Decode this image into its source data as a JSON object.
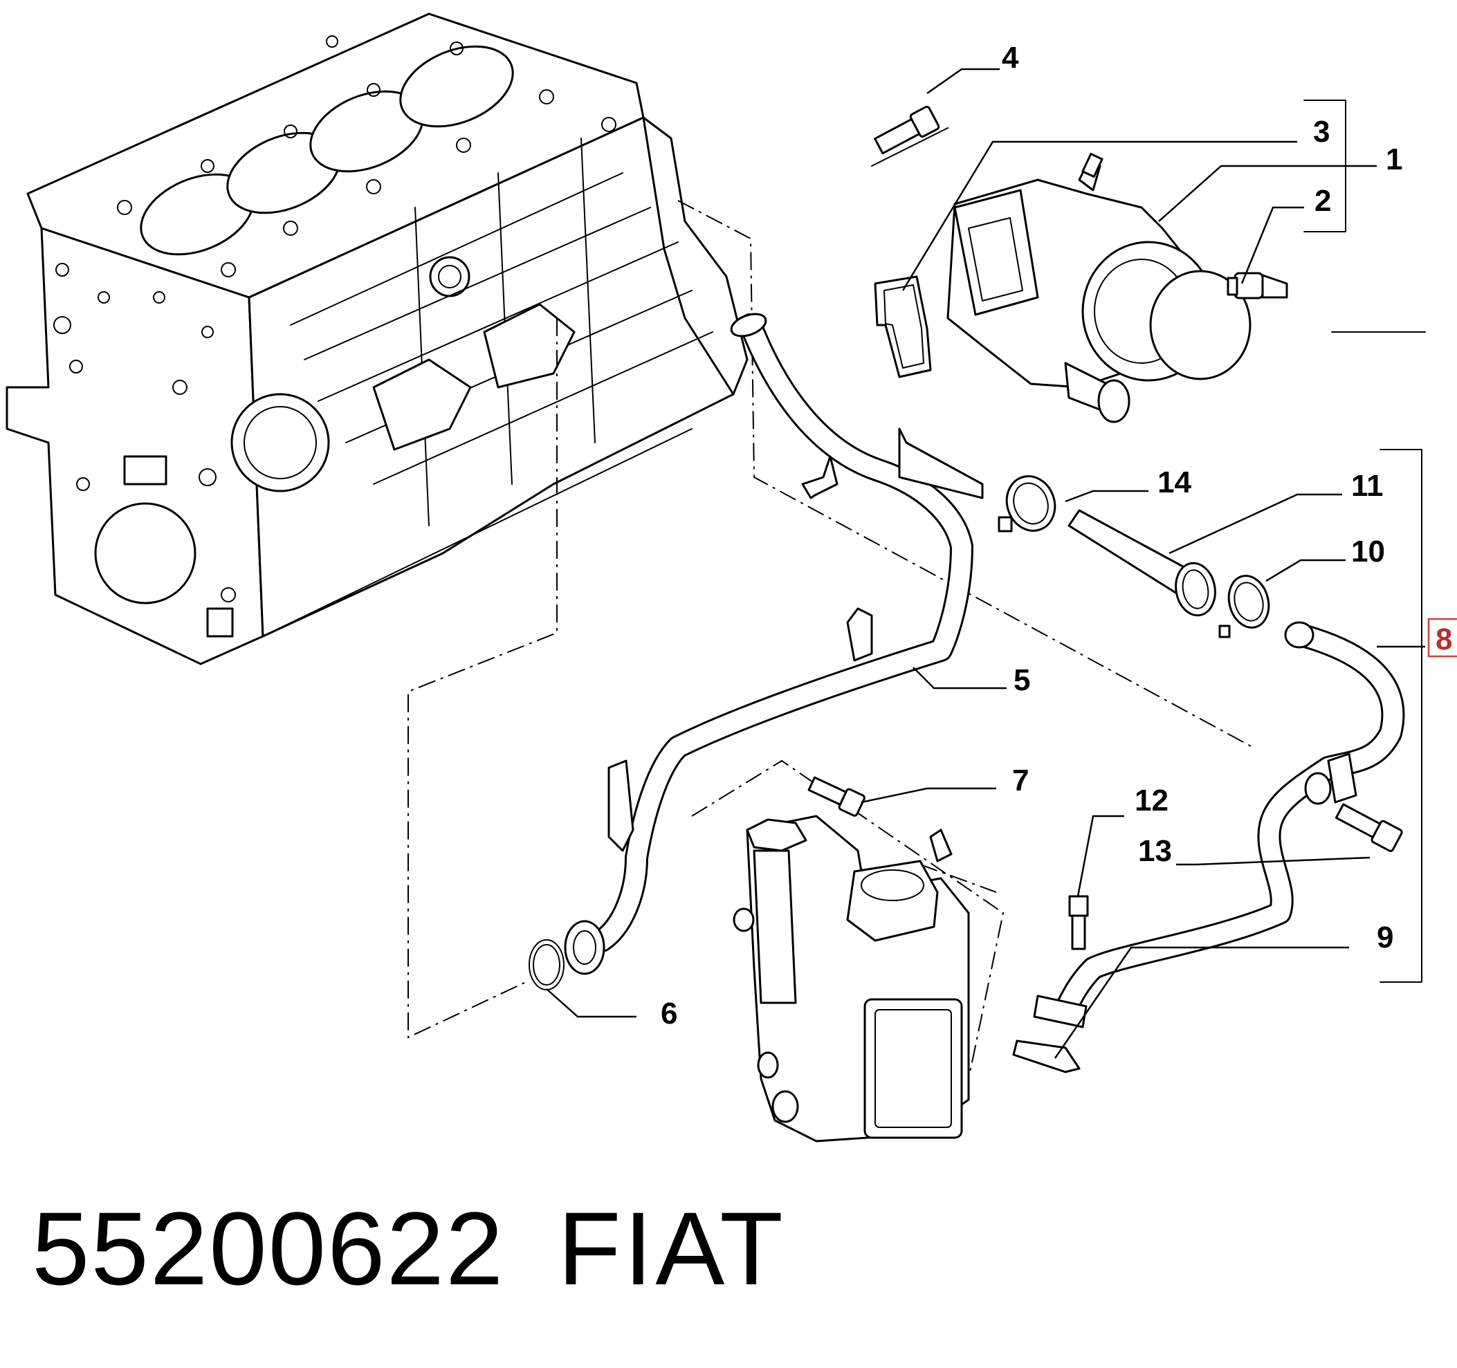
{
  "footer": {
    "part_number": "55200622",
    "brand": "FIAT"
  },
  "callouts": [
    {
      "id": "4",
      "text": "4",
      "highlighted": false
    },
    {
      "id": "3",
      "text": "3",
      "highlighted": false
    },
    {
      "id": "1",
      "text": "1",
      "highlighted": false
    },
    {
      "id": "2",
      "text": "2",
      "highlighted": false
    },
    {
      "id": "14",
      "text": "14",
      "highlighted": false
    },
    {
      "id": "11",
      "text": "11",
      "highlighted": false
    },
    {
      "id": "10",
      "text": "10",
      "highlighted": false
    },
    {
      "id": "8",
      "text": "8",
      "highlighted": true
    },
    {
      "id": "5",
      "text": "5",
      "highlighted": false
    },
    {
      "id": "7",
      "text": "7",
      "highlighted": false
    },
    {
      "id": "12",
      "text": "12",
      "highlighted": false
    },
    {
      "id": "13",
      "text": "13",
      "highlighted": false
    },
    {
      "id": "9",
      "text": "9",
      "highlighted": false
    },
    {
      "id": "6",
      "text": "6",
      "highlighted": false
    }
  ],
  "colors": {
    "line": "#000000",
    "background": "#ffffff",
    "highlight": "#d04040"
  }
}
